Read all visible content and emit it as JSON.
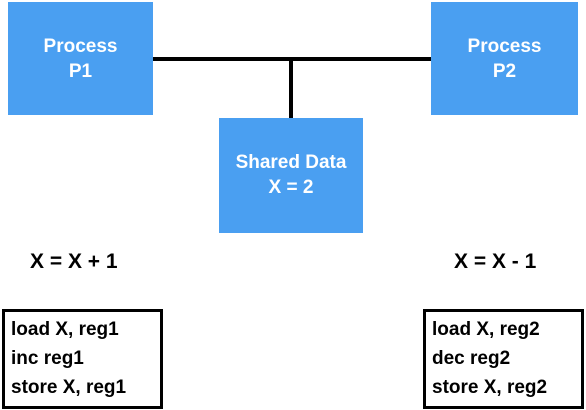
{
  "process1": {
    "line1": "Process",
    "line2": "P1"
  },
  "process2": {
    "line1": "Process",
    "line2": "P2"
  },
  "shared": {
    "line1": "Shared Data",
    "line2": "X = 2"
  },
  "expressions": {
    "p1": "X = X + 1",
    "p2": "X = X - 1"
  },
  "code1": [
    "load X, reg1",
    "inc reg1",
    "store X, reg1"
  ],
  "code2": [
    "load X, reg2",
    "dec reg2",
    "store X, reg2"
  ],
  "colors": {
    "box_fill": "#4a9ff1",
    "box_text": "#ffffff",
    "line": "#000000"
  }
}
